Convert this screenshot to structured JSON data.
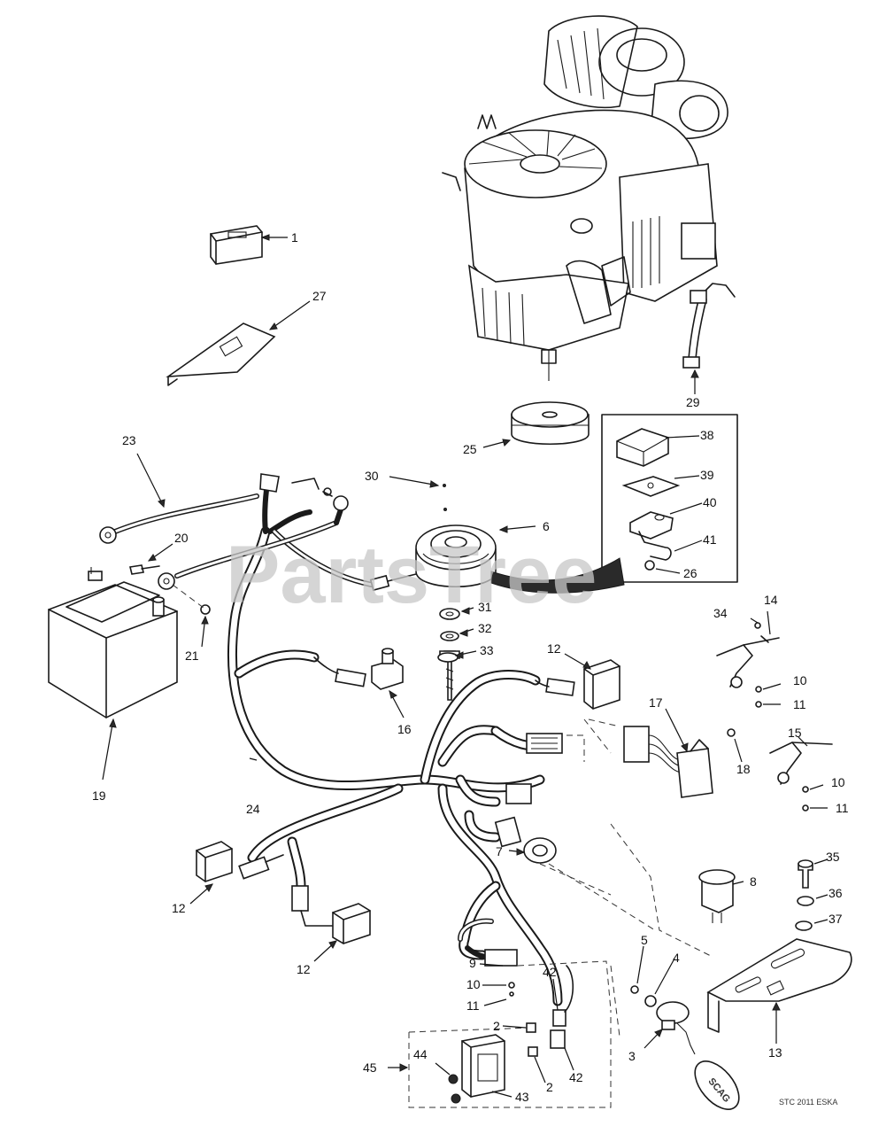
{
  "watermark": "PartsTree",
  "drawing_code": "STC 2011 ESKA",
  "callouts": {
    "c1": "1",
    "c2a": "2",
    "c2b": "2",
    "c3": "3",
    "c4": "4",
    "c5": "5",
    "c6": "6",
    "c7": "7",
    "c8": "8",
    "c9": "9",
    "c10a": "10",
    "c10b": "10",
    "c10c": "10",
    "c11a": "11",
    "c11b": "11",
    "c11c": "11",
    "c12a": "12",
    "c12b": "12",
    "c12c": "12",
    "c13": "13",
    "c14": "14",
    "c15": "15",
    "c16": "16",
    "c17": "17",
    "c18": "18",
    "c19": "19",
    "c20": "20",
    "c21": "21",
    "c23": "23",
    "c24": "24",
    "c25": "25",
    "c26": "26",
    "c27": "27",
    "c29": "29",
    "c30": "30",
    "c31": "31",
    "c32": "32",
    "c33": "33",
    "c34": "34",
    "c35": "35",
    "c36": "36",
    "c37": "37",
    "c38": "38",
    "c39": "39",
    "c40": "40",
    "c41": "41",
    "c42a": "42",
    "c42b": "42",
    "c43": "43",
    "c44": "44",
    "c45": "45"
  },
  "key_fob_text": "SCAG"
}
